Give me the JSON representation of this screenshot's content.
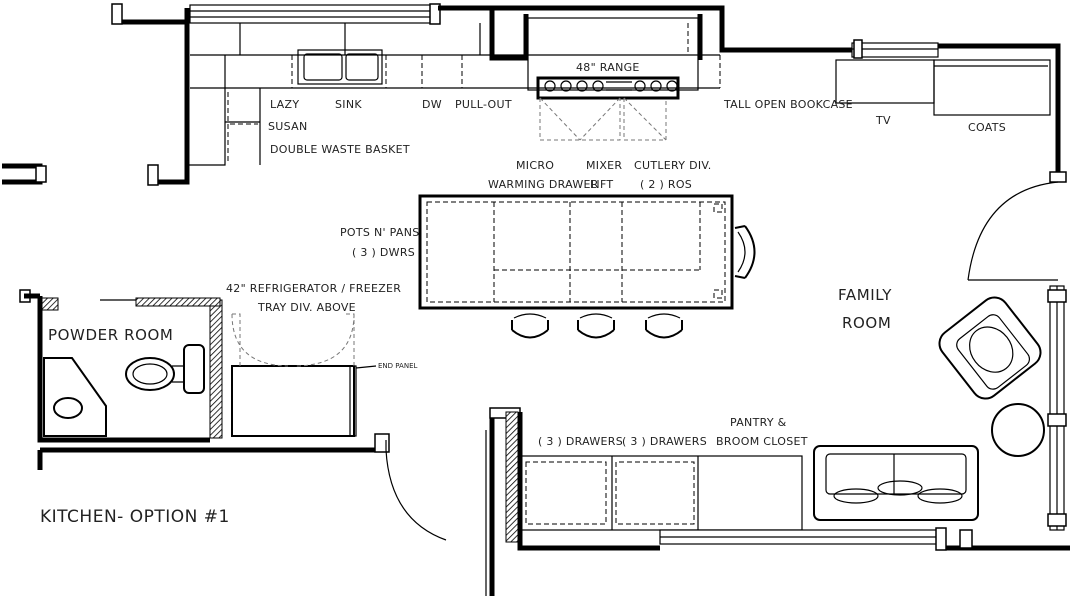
{
  "labels": {
    "range": "48\" RANGE",
    "lazy": "LAZY",
    "susan": "SUSAN",
    "sink": "SINK",
    "dw": "DW",
    "pullout": "PULL-OUT",
    "bookcase": "TALL OPEN BOOKCASE",
    "tv": "TV",
    "coats": "COATS",
    "waste": "DOUBLE WASTE BASKET",
    "micro": "MICRO",
    "warming": "WARMING DRAWER",
    "mixer": "MIXER",
    "lift": "LIFT",
    "cutlery": "CUTLERY DIV.",
    "ros": "( 2 ) ROS",
    "pots": "POTS N' PANS",
    "dwrs": "( 3 ) DWRS",
    "fridge": "42\" REFRIGERATOR / FREEZER",
    "tray": "TRAY DIV. ABOVE",
    "endpanel": "END PANEL",
    "drawers1": "( 3 ) DRAWERS",
    "drawers2": "( 3 ) DRAWERS",
    "pantry": "PANTRY &",
    "broom": "BROOM CLOSET"
  },
  "rooms": {
    "powder": "POWDER ROOM",
    "family1": "FAMILY",
    "family2": "ROOM"
  },
  "title": "KITCHEN- OPTION #1"
}
